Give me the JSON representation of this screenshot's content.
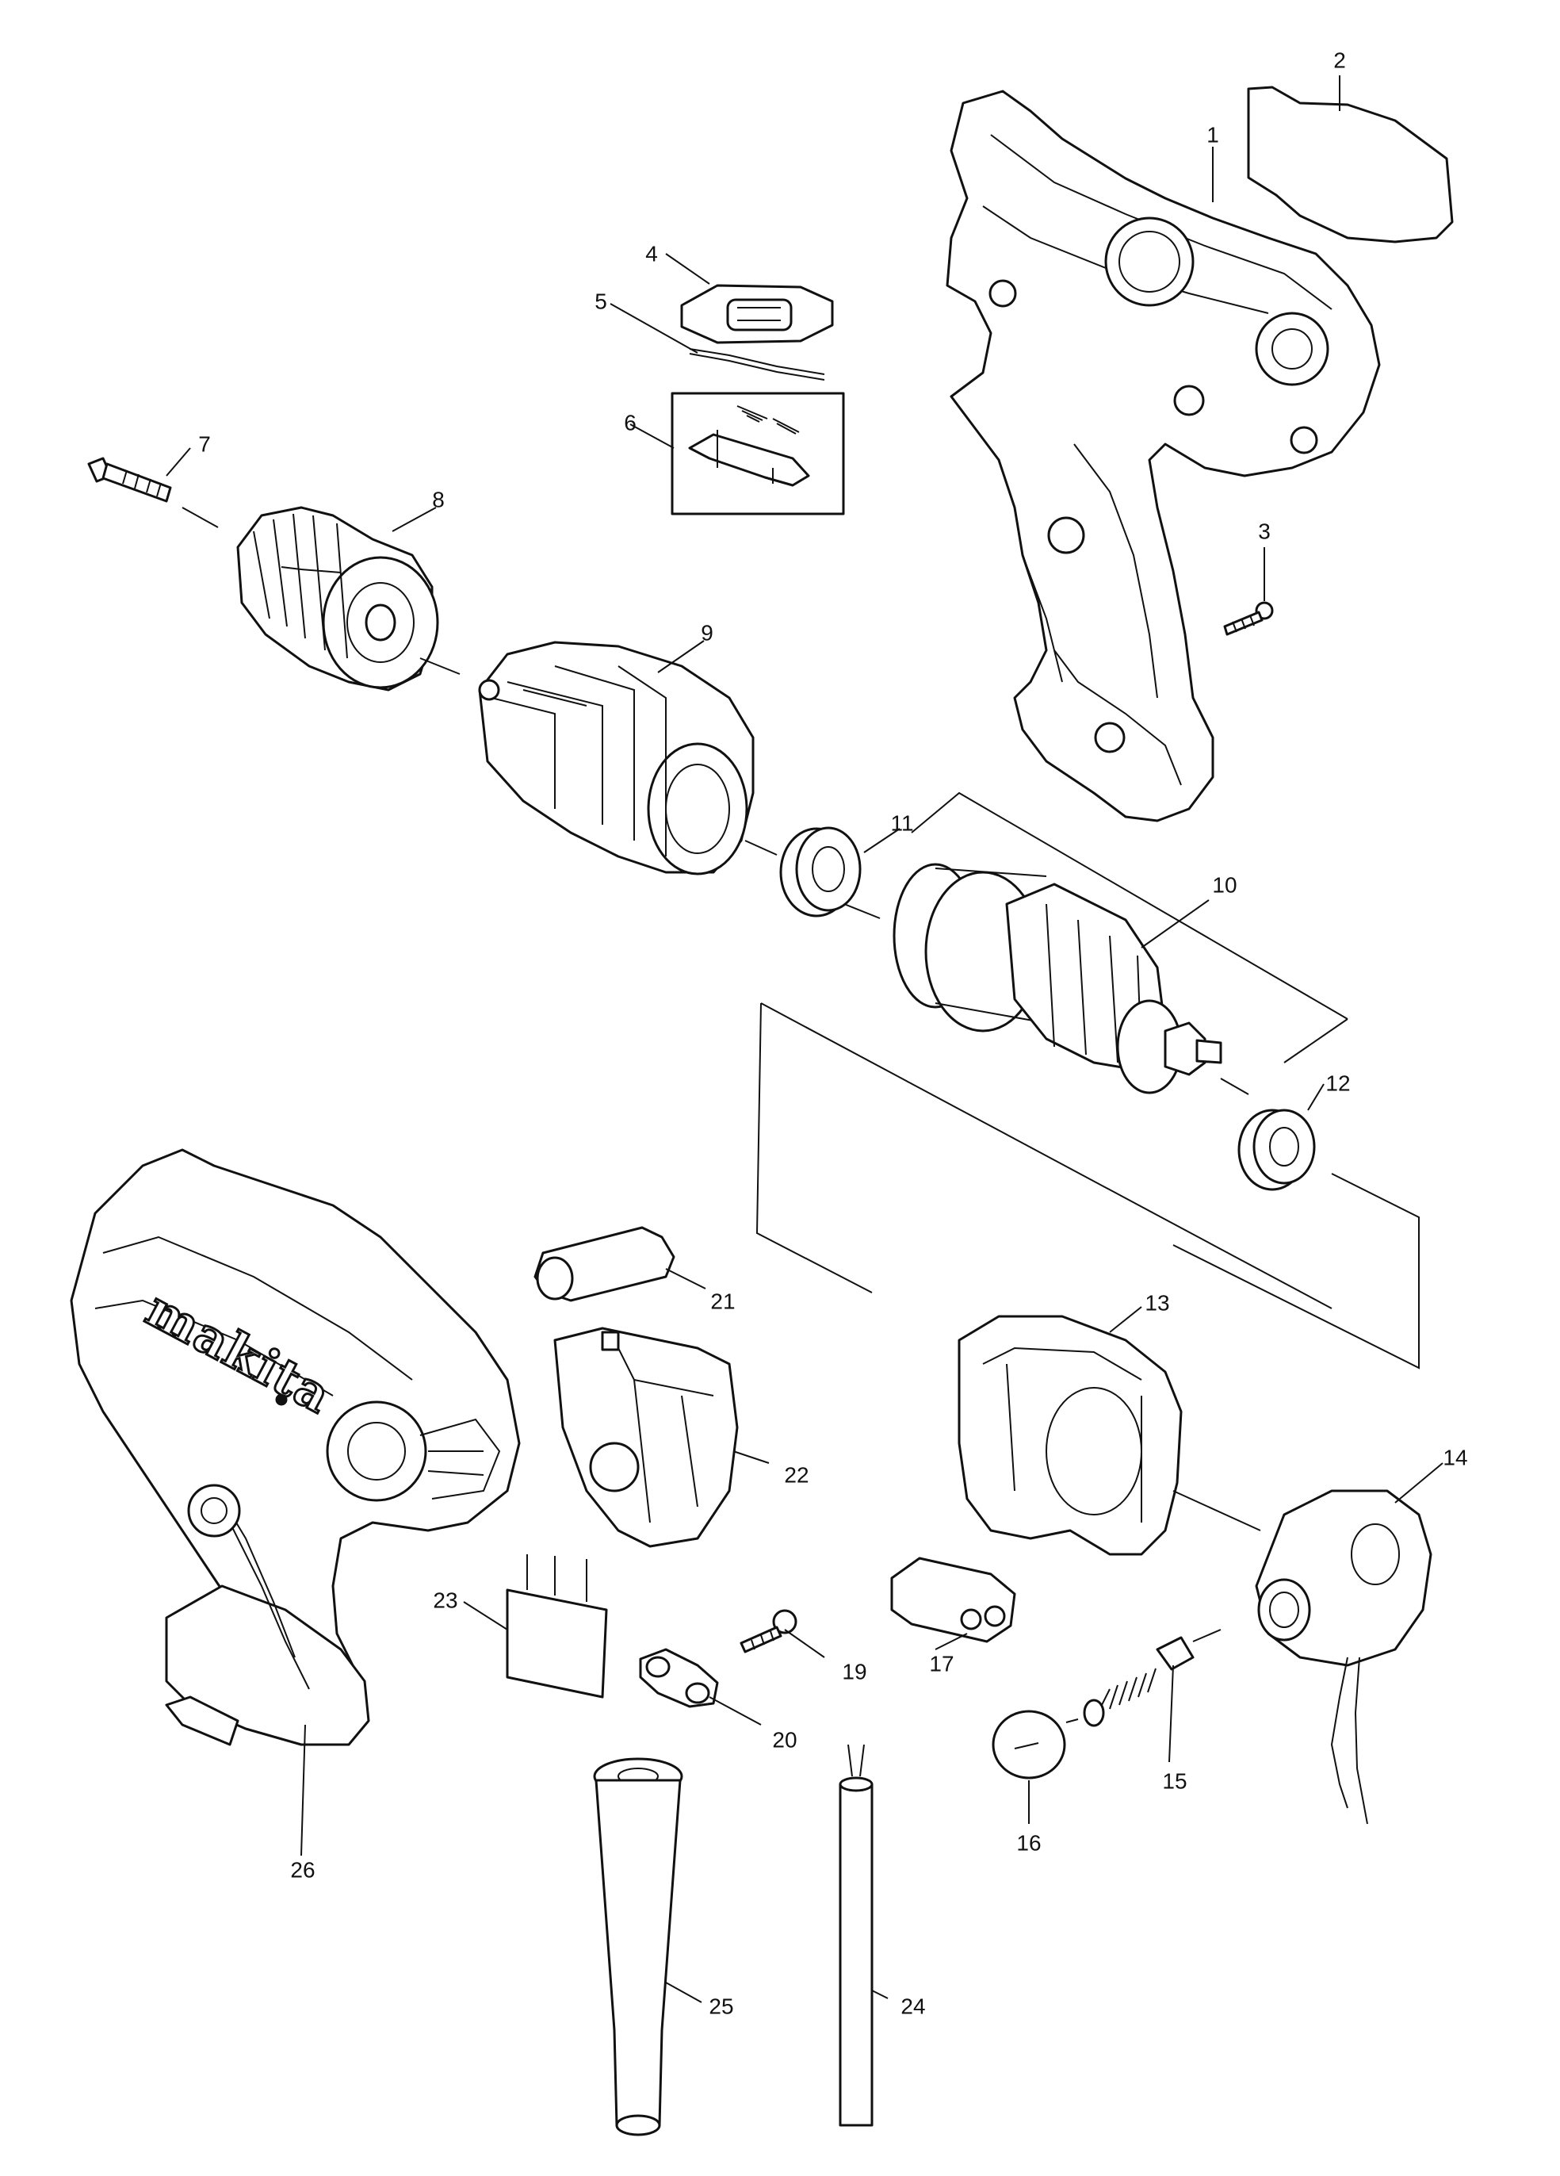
{
  "diagram": {
    "brand_text": "makita",
    "parts": [
      {
        "id": "p1",
        "number": "1"
      },
      {
        "id": "p2",
        "number": "2"
      },
      {
        "id": "p3",
        "number": "3"
      },
      {
        "id": "p4",
        "number": "4"
      },
      {
        "id": "p5",
        "number": "5"
      },
      {
        "id": "p6",
        "number": "6"
      },
      {
        "id": "p7",
        "number": "7"
      },
      {
        "id": "p8",
        "number": "8"
      },
      {
        "id": "p9",
        "number": "9"
      },
      {
        "id": "p10",
        "number": "10"
      },
      {
        "id": "p11",
        "number": "11"
      },
      {
        "id": "p12",
        "number": "12"
      },
      {
        "id": "p13",
        "number": "13"
      },
      {
        "id": "p14",
        "number": "14"
      },
      {
        "id": "p15",
        "number": "15"
      },
      {
        "id": "p16",
        "number": "16"
      },
      {
        "id": "p17",
        "number": "17"
      },
      {
        "id": "p19",
        "number": "19"
      },
      {
        "id": "p20",
        "number": "20"
      },
      {
        "id": "p21",
        "number": "21"
      },
      {
        "id": "p22",
        "number": "22"
      },
      {
        "id": "p23",
        "number": "23"
      },
      {
        "id": "p24",
        "number": "24"
      },
      {
        "id": "p25",
        "number": "25"
      },
      {
        "id": "p26",
        "number": "26"
      }
    ]
  }
}
